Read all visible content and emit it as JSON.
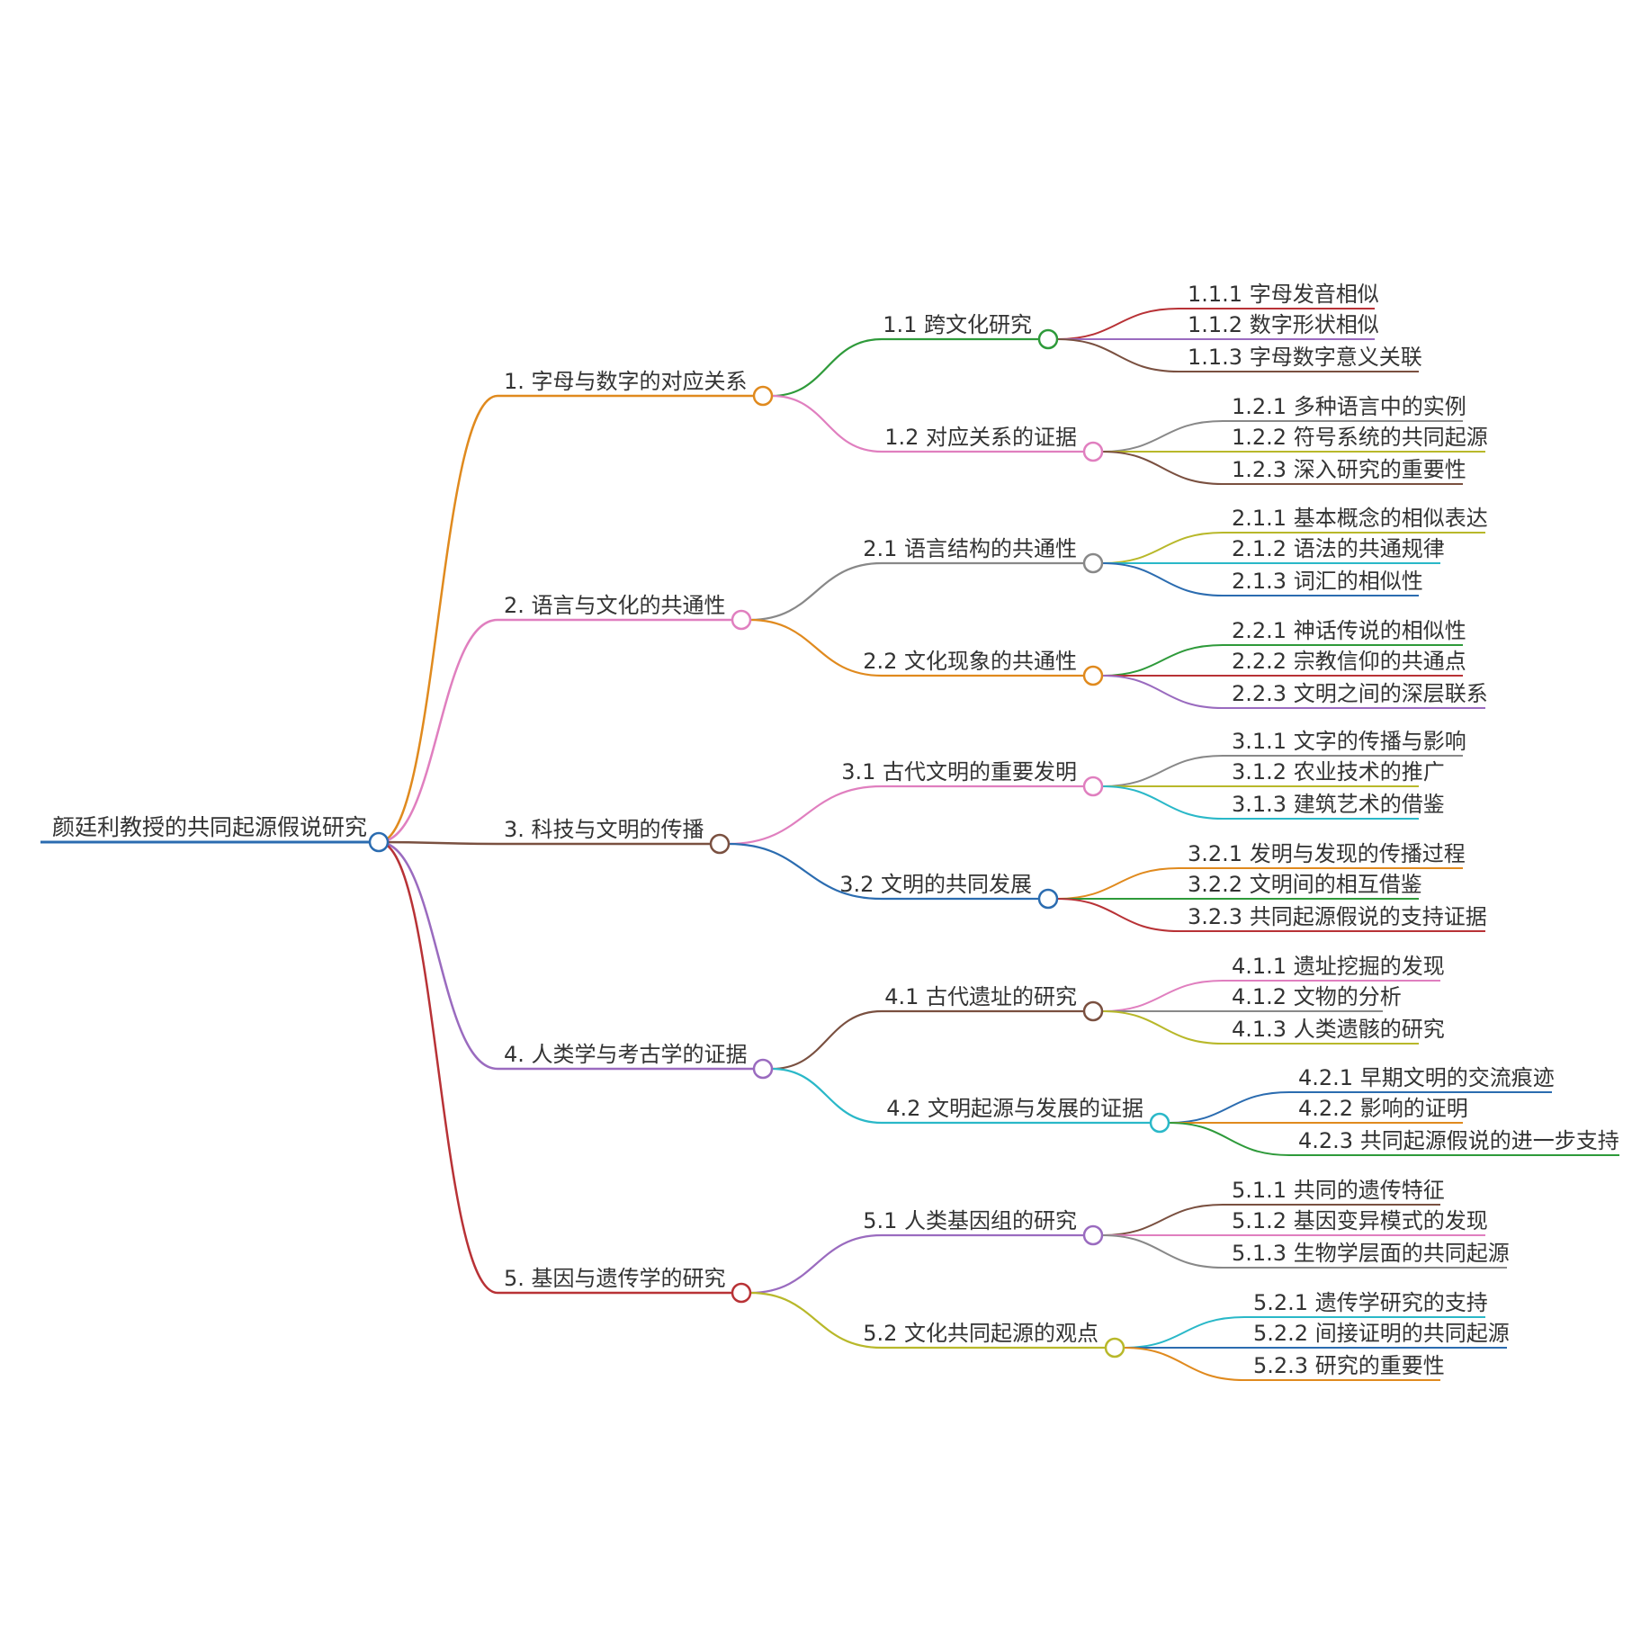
{
  "mindmap": {
    "root": {
      "label": "颜廷利教授的共同起源假说研究",
      "color": "#2b6cb0"
    },
    "branches": [
      {
        "label": "1. 字母与数字的对应关系",
        "color": "#e08a1e",
        "children": [
          {
            "label": "1.1 跨文化研究",
            "color": "#2e9a3a",
            "children": [
              {
                "label": "1.1.1 字母发音相似",
                "color": "#b83236"
              },
              {
                "label": "1.1.2 数字形状相似",
                "color": "#9a6bbf"
              },
              {
                "label": "1.1.3 字母数字意义关联",
                "color": "#7a5040"
              }
            ]
          },
          {
            "label": "1.2 对应关系的证据",
            "color": "#e07fbf",
            "children": [
              {
                "label": "1.2.1 多种语言中的实例",
                "color": "#888888"
              },
              {
                "label": "1.2.2 符号系统的共同起源",
                "color": "#b8b82a"
              },
              {
                "label": "1.2.3 深入研究的重要性",
                "color": "#7a5040"
              }
            ]
          }
        ]
      },
      {
        "label": "2. 语言与文化的共通性",
        "color": "#e07fbf",
        "children": [
          {
            "label": "2.1 语言结构的共通性",
            "color": "#888888",
            "children": [
              {
                "label": "2.1.1 基本概念的相似表达",
                "color": "#b8b82a"
              },
              {
                "label": "2.1.2 语法的共通规律",
                "color": "#2ab8c8"
              },
              {
                "label": "2.1.3 词汇的相似性",
                "color": "#2b6cb0"
              }
            ]
          },
          {
            "label": "2.2 文化现象的共通性",
            "color": "#e08a1e",
            "children": [
              {
                "label": "2.2.1 神话传说的相似性",
                "color": "#2e9a3a"
              },
              {
                "label": "2.2.2 宗教信仰的共通点",
                "color": "#b83236"
              },
              {
                "label": "2.2.3 文明之间的深层联系",
                "color": "#9a6bbf"
              }
            ]
          }
        ]
      },
      {
        "label": "3. 科技与文明的传播",
        "color": "#7a5040",
        "children": [
          {
            "label": "3.1 古代文明的重要发明",
            "color": "#e07fbf",
            "children": [
              {
                "label": "3.1.1 文字的传播与影响",
                "color": "#888888"
              },
              {
                "label": "3.1.2 农业技术的推广",
                "color": "#b8b82a"
              },
              {
                "label": "3.1.3 建筑艺术的借鉴",
                "color": "#2ab8c8"
              }
            ]
          },
          {
            "label": "3.2 文明的共同发展",
            "color": "#2b6cb0",
            "children": [
              {
                "label": "3.2.1 发明与发现的传播过程",
                "color": "#e08a1e"
              },
              {
                "label": "3.2.2 文明间的相互借鉴",
                "color": "#2e9a3a"
              },
              {
                "label": "3.2.3 共同起源假说的支持证据",
                "color": "#b83236"
              }
            ]
          }
        ]
      },
      {
        "label": "4. 人类学与考古学的证据",
        "color": "#9a6bbf",
        "children": [
          {
            "label": "4.1 古代遗址的研究",
            "color": "#7a5040",
            "children": [
              {
                "label": "4.1.1 遗址挖掘的发现",
                "color": "#e07fbf"
              },
              {
                "label": "4.1.2 文物的分析",
                "color": "#888888"
              },
              {
                "label": "4.1.3 人类遗骸的研究",
                "color": "#b8b82a"
              }
            ]
          },
          {
            "label": "4.2 文明起源与发展的证据",
            "color": "#2ab8c8",
            "children": [
              {
                "label": "4.2.1 早期文明的交流痕迹",
                "color": "#2b6cb0"
              },
              {
                "label": "4.2.2 影响的证明",
                "color": "#e08a1e"
              },
              {
                "label": "4.2.3 共同起源假说的进一步支持",
                "color": "#2e9a3a"
              }
            ]
          }
        ]
      },
      {
        "label": "5. 基因与遗传学的研究",
        "color": "#b83236",
        "children": [
          {
            "label": "5.1 人类基因组的研究",
            "color": "#9a6bbf",
            "children": [
              {
                "label": "5.1.1 共同的遗传特征",
                "color": "#7a5040"
              },
              {
                "label": "5.1.2 基因变异模式的发现",
                "color": "#e07fbf"
              },
              {
                "label": "5.1.3 生物学层面的共同起源",
                "color": "#888888"
              }
            ]
          },
          {
            "label": "5.2 文化共同起源的观点",
            "color": "#b8b82a",
            "children": [
              {
                "label": "5.2.1 遗传学研究的支持",
                "color": "#2ab8c8"
              },
              {
                "label": "5.2.2 间接证明的共同起源",
                "color": "#2b6cb0"
              },
              {
                "label": "5.2.3 研究的重要性",
                "color": "#e08a1e"
              }
            ]
          }
        ]
      }
    ]
  }
}
